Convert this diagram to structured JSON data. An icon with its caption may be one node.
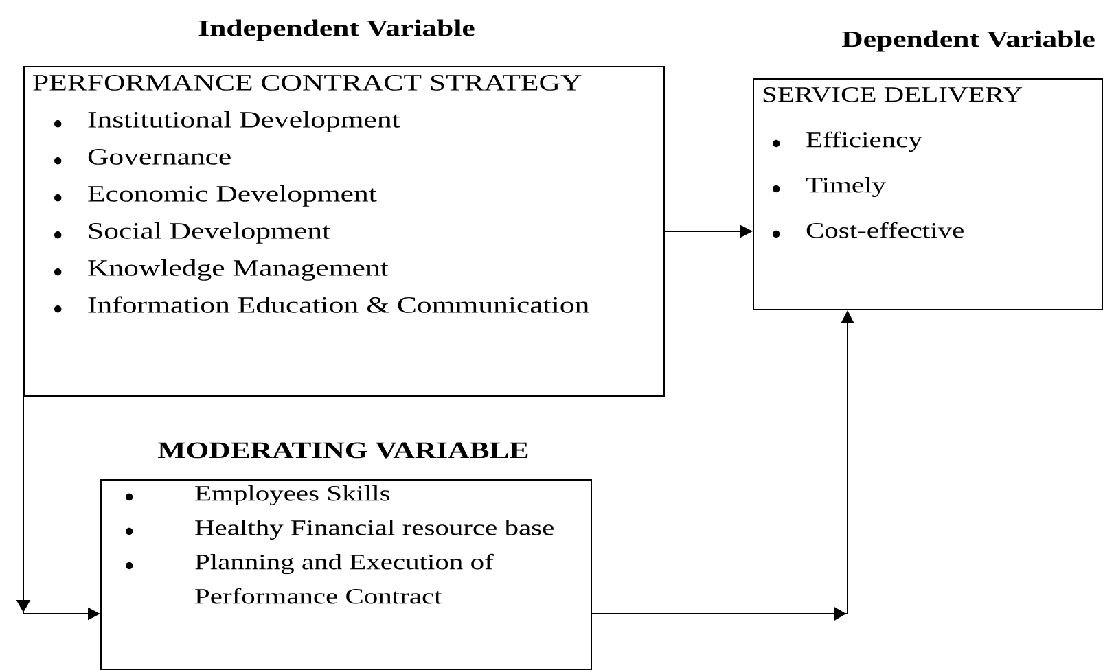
{
  "diagram": {
    "nodes": [
      {
        "text": [
          "Independent Variable",
          "PERFORMANCE CONTRACT STRATEGY",
          "Institutional Development",
          "Governance",
          "Economic Development",
          "Social Development",
          "Knowledge Management",
          "Information Education & Communication"
        ]
      },
      {
        "text": [
          "Dependent Variable",
          "SERVICE DELIVERY",
          "Efficiency",
          "Timely",
          "Cost-effective"
        ]
      },
      {
        "text": [
          "MODERATING VARIABLE",
          "Employees Skills",
          "Healthy Financial resource base",
          "Planning and Execution of Performance Contract"
        ]
      }
    ],
    "edges": [
      {
        "from": 0,
        "to": 1,
        "arrow": "to"
      },
      {
        "from": 0,
        "to": 2,
        "arrow": "to"
      },
      {
        "from": 2,
        "to": 1,
        "arrow": "to"
      }
    ]
  }
}
